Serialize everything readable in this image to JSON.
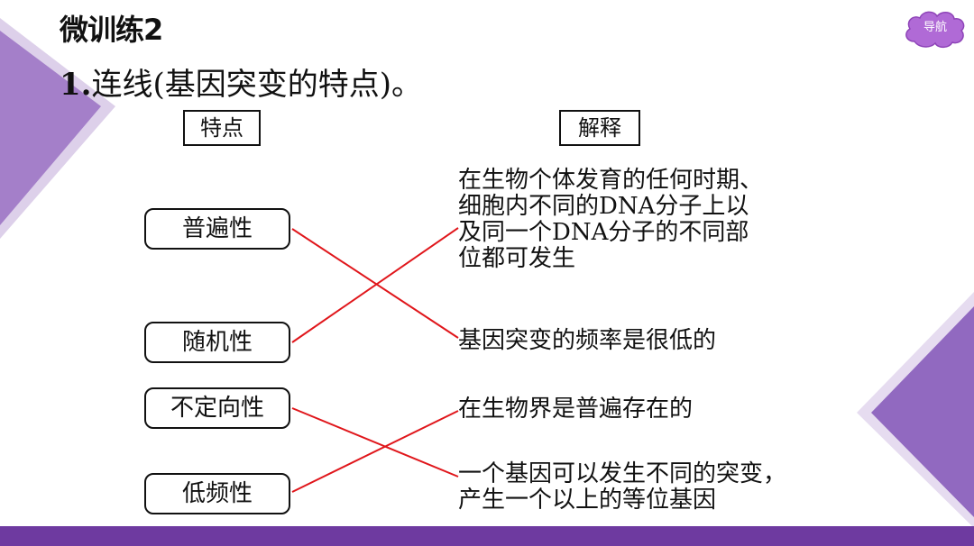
{
  "slide": {
    "heading": "微训练2",
    "question_number": "1.",
    "question_text": "连线(基因突变的特点)。"
  },
  "nav_button": {
    "label": "导航"
  },
  "columns": {
    "left_header": "特点",
    "right_header": "解释"
  },
  "traits": [
    "普遍性",
    "随机性",
    "不定向性",
    "低频性"
  ],
  "explanations": [
    "在生物个体发育的任何时期、\n细胞内不同的DNA分子上以\n及同一个DNA分子的不同部\n位都可发生",
    "基因突变的频率是很低的",
    "在生物界是普遍存在的",
    "一个基因可以发生不同的突变，\n产生一个以上的等位基因"
  ],
  "colors": {
    "accent_purple": "#6e3aa0",
    "light_purple": "#b495d2",
    "connector_red": "#e0161b",
    "nav_cloud": "#b06ad6"
  }
}
